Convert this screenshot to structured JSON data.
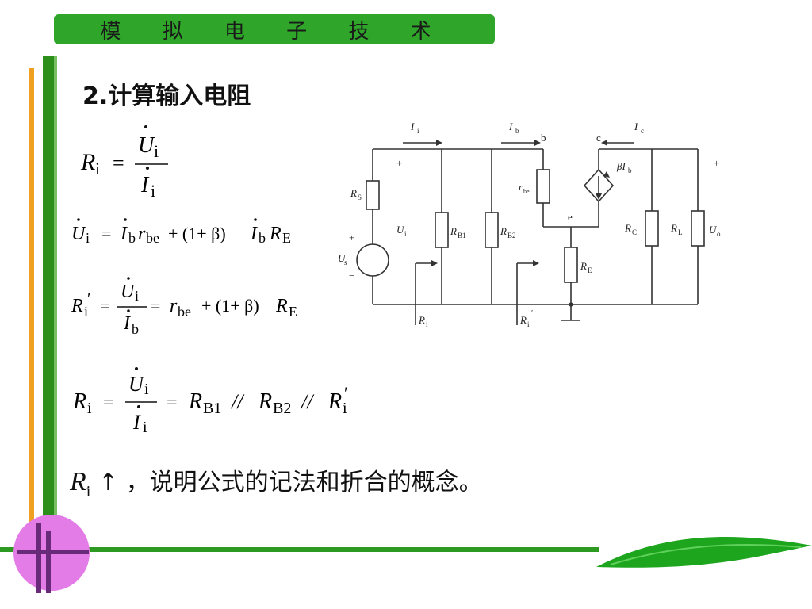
{
  "header": {
    "title": "模 拟 电 子 技 术"
  },
  "section": {
    "title": "2.计算输入电阻"
  },
  "note": {
    "text": "，说明公式的记法和折合的概念。",
    "arrow": "↑",
    "symbol": "R",
    "sub": "i"
  },
  "formulas": {
    "f1": {
      "lhs": "R",
      "lhs_sub": "i",
      "eq": "=",
      "num": "U",
      "num_sub": "i",
      "den": "I",
      "den_sub": "i"
    },
    "f2": {
      "a": "U",
      "a_sub": "i",
      "eq": "=",
      "b": "I",
      "b_sub": "b",
      "c": "r",
      "c_sub": "be",
      "plus": "+ (1+ β)",
      "d": "I",
      "d_sub": "b",
      "e": "R",
      "e_sub": "E"
    },
    "f3": {
      "lhs": "R",
      "lhs_sub": "i",
      "prime": "′",
      "eq": "=",
      "num": "U",
      "num_sub": "i",
      "den": "I",
      "den_sub": "b",
      "eq2": "=",
      "rhs": "r",
      "rhs_sub": "be",
      "plus": "+ (1+ β)",
      "r2": "R",
      "r2_sub": "E"
    },
    "f4": {
      "lhs": "R",
      "lhs_sub": "i",
      "eq": "=",
      "num": "U",
      "num_sub": "i",
      "den": "I",
      "den_sub": "i",
      "eq2": "=",
      "t1": "R",
      "t1_sub": "B1",
      "par": "//",
      "t2": "R",
      "t2_sub": "B2",
      "par2": "//",
      "t3": "R",
      "t3_sub": "i",
      "t3_prime": "′"
    }
  },
  "circuit": {
    "labels": {
      "ii": "I",
      "ii_sub": "i",
      "ib": "I",
      "ib_sub": "b",
      "ic": "I",
      "ic_sub": "c",
      "b": "b",
      "c": "c",
      "e": "e",
      "rs": "R",
      "rs_sub": "S",
      "us": "U",
      "us_sub": "s",
      "ui": "U",
      "ui_sub": "i",
      "rb1": "R",
      "rb1_sub": "B1",
      "rb2": "R",
      "rb2_sub": "B2",
      "rbe": "r",
      "rbe_sub": "be",
      "beta_ib": "βI",
      "beta_ib_sub": "b",
      "re": "R",
      "re_sub": "E",
      "rc": "R",
      "rc_sub": "C",
      "rl": "R",
      "rl_sub": "L",
      "uo": "U",
      "uo_sub": "o",
      "ri": "R",
      "ri_sub": "i",
      "ri2": "R",
      "ri2_sub": "i",
      "ri2_prime": "′",
      "plus": "+",
      "minus": "−"
    }
  },
  "colors": {
    "header_green": "#2fa62a",
    "bar_orange": "#f0a020",
    "bar_green": "#2c8f1c",
    "circle_pink": "#e37ce6",
    "cross_purple": "#6a2a7a",
    "leaf_green": "#1ea51e"
  }
}
